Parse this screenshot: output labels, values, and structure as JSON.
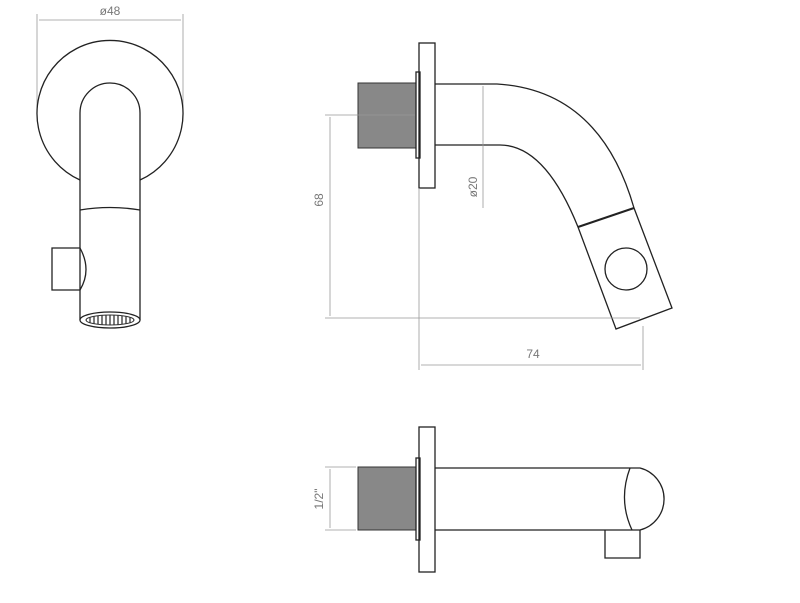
{
  "dimensions": {
    "flange_diameter": "ø48",
    "height": "68",
    "pipe_diameter": "ø20",
    "projection": "74",
    "thread": "1/2\""
  }
}
